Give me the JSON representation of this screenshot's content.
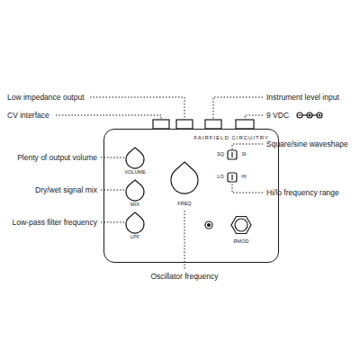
{
  "diagram": {
    "nodes": [
      {
        "text": [
          "FAIRFIELD CIRCUITRY"
        ]
      }
    ],
    "labels": [
      "Low impedance output",
      "CV interface",
      "Instrument level input",
      "9 VDC",
      "Square/sine waveshape",
      "Hi/lo frequency range",
      "Plenty of output volume",
      "Dry/wet signal mix",
      "Low-pass filter frequency",
      "Oscillator frequency",
      "VOLUME",
      "MIX",
      "LPF",
      "FREQ",
      "SQ",
      "SI",
      "LO",
      "HI",
      "RMOD"
    ]
  }
}
